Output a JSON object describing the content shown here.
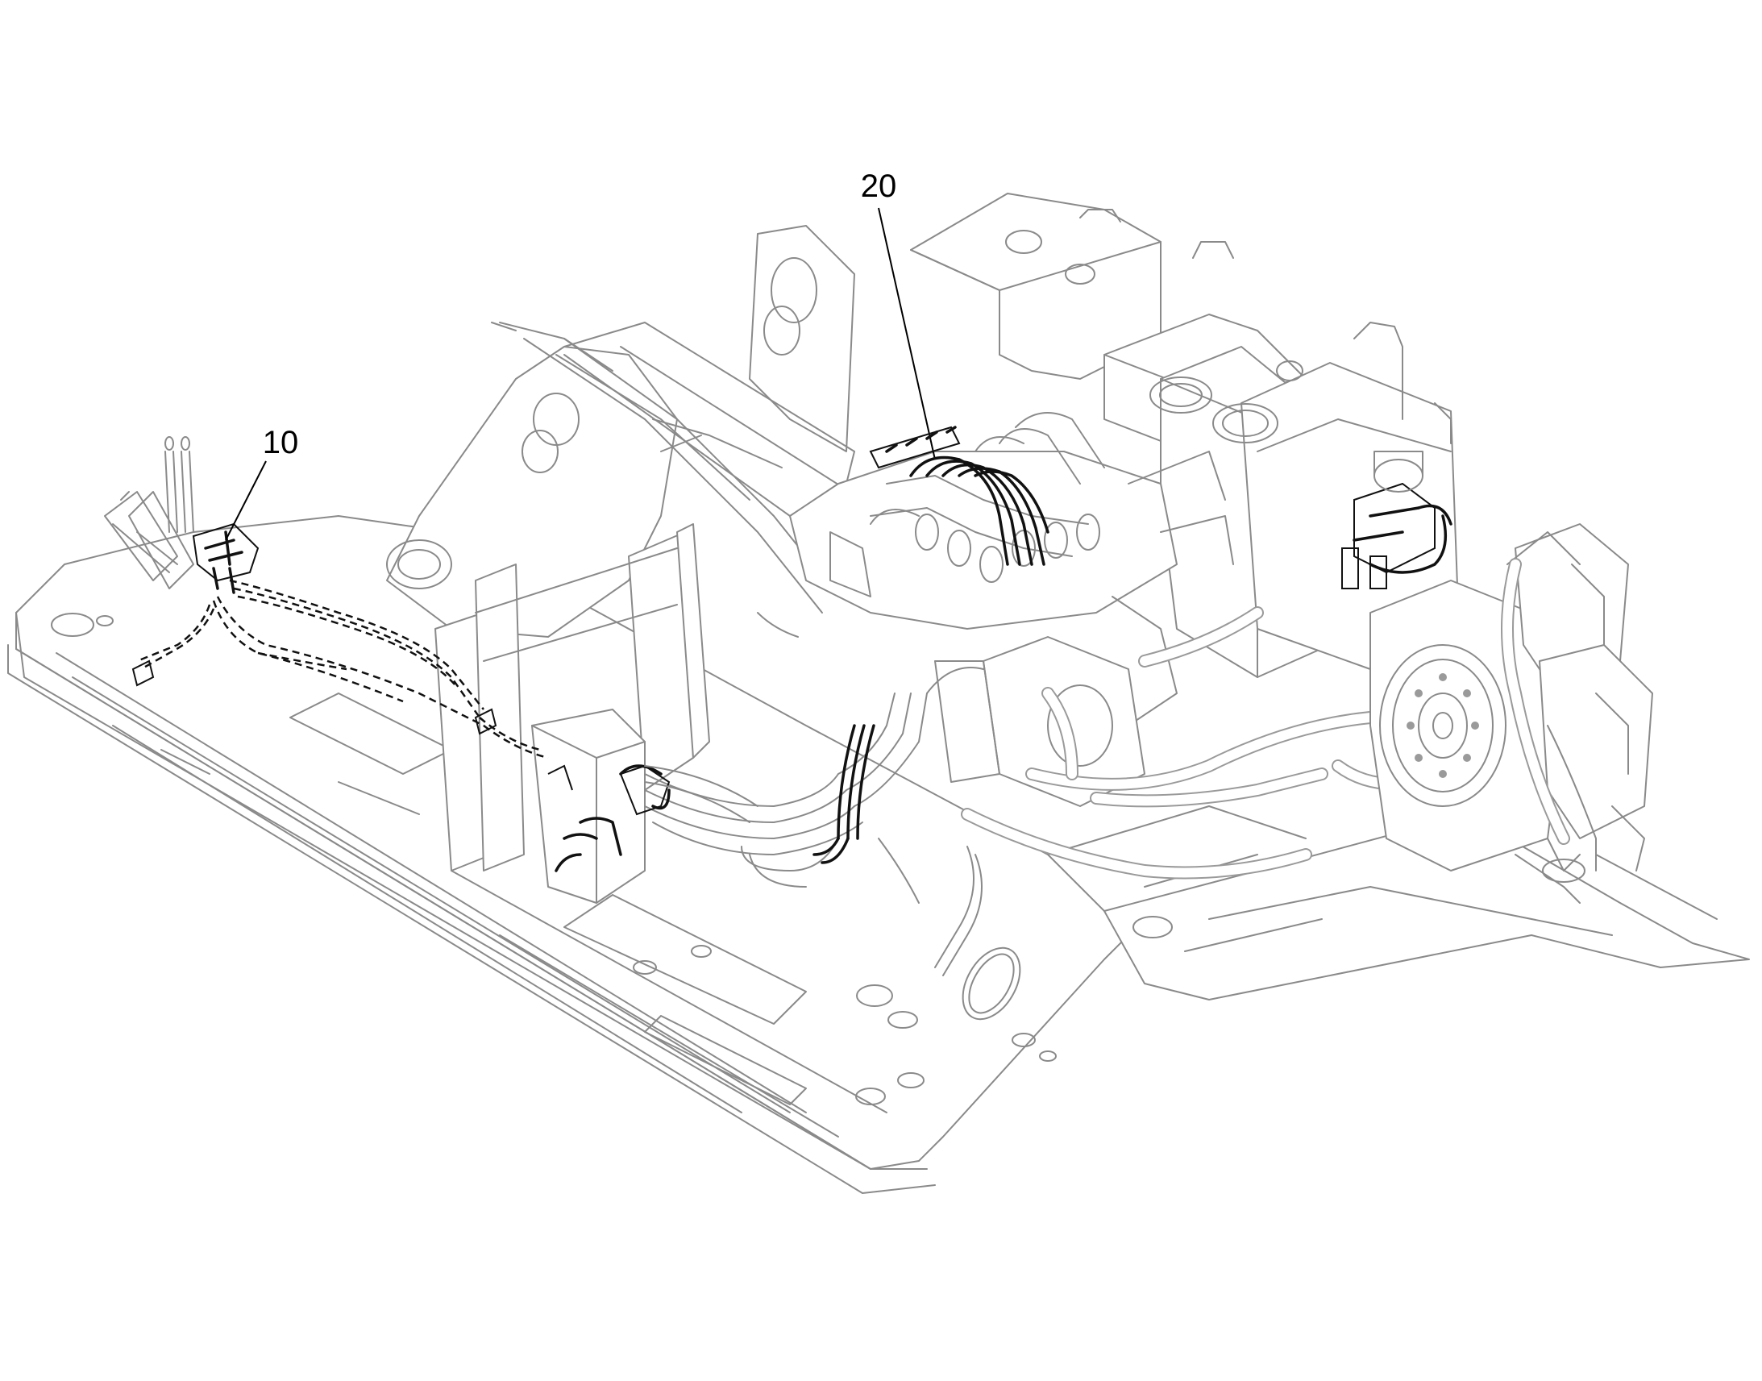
{
  "callouts": [
    {
      "id": "callout-10",
      "label": "10"
    },
    {
      "id": "callout-20",
      "label": "20"
    }
  ],
  "colors": {
    "highlight": "#111111",
    "linework": "#8a8a8a",
    "background": "#ffffff"
  }
}
